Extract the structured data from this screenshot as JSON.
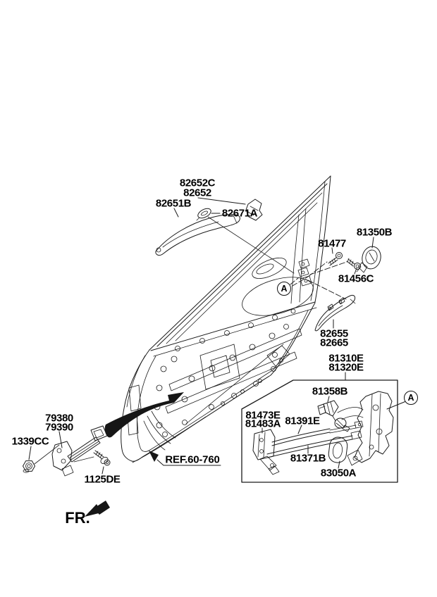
{
  "meta": {
    "type": "exploded-parts-diagram",
    "subject": "Front door locking system - handles, latch and door checker",
    "line_color": "#1a1a1a",
    "background": "#ffffff",
    "text_color": "#000000"
  },
  "labels": {
    "p82652c": "82652C",
    "p82652": "82652",
    "p82651b": "82651B",
    "p82671a": "82671A",
    "p81477": "81477",
    "p81350b": "81350B",
    "p81456c": "81456C",
    "p82655": "82655",
    "p82665": "82665",
    "p81310e": "81310E",
    "p81320e": "81320E",
    "p81358b": "81358B",
    "p81473e": "81473E",
    "p81483a": "81483A",
    "p81391e": "81391E",
    "p81371b": "81371B",
    "p83050a": "83050A",
    "p79380": "79380",
    "p79390": "79390",
    "p1339cc": "1339CC",
    "p1125de": "1125DE"
  },
  "reference": {
    "label": "REF.60-760"
  },
  "direction": {
    "label": "FR."
  },
  "markers": {
    "door": "A",
    "box": "A"
  }
}
